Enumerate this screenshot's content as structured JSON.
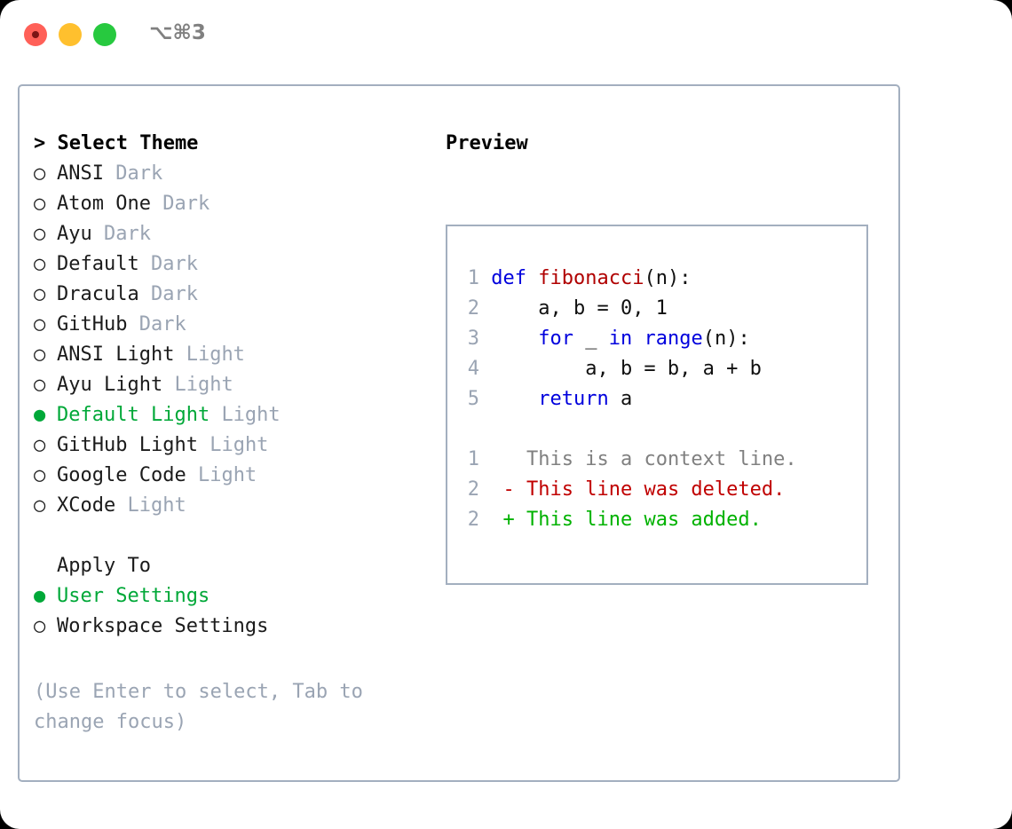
{
  "titlebar": {
    "shortcut": "⌥⌘3",
    "buttons": [
      "close",
      "minimize",
      "maximize"
    ]
  },
  "theme_picker": {
    "heading": "> Select Theme",
    "items": [
      {
        "marker": "○",
        "label": "ANSI",
        "tag": "Dark",
        "selected": false
      },
      {
        "marker": "○",
        "label": "Atom One",
        "tag": "Dark",
        "selected": false
      },
      {
        "marker": "○",
        "label": "Ayu",
        "tag": "Dark",
        "selected": false
      },
      {
        "marker": "○",
        "label": "Default",
        "tag": "Dark",
        "selected": false
      },
      {
        "marker": "○",
        "label": "Dracula",
        "tag": "Dark",
        "selected": false
      },
      {
        "marker": "○",
        "label": "GitHub",
        "tag": "Dark",
        "selected": false
      },
      {
        "marker": "○",
        "label": "ANSI Light",
        "tag": "Light",
        "selected": false
      },
      {
        "marker": "○",
        "label": "Ayu Light",
        "tag": "Light",
        "selected": false
      },
      {
        "marker": "●",
        "label": "Default Light",
        "tag": "Light",
        "selected": true
      },
      {
        "marker": "○",
        "label": "GitHub Light",
        "tag": "Light",
        "selected": false
      },
      {
        "marker": "○",
        "label": "Google Code",
        "tag": "Light",
        "selected": false
      },
      {
        "marker": "○",
        "label": "XCode",
        "tag": "Light",
        "selected": false
      }
    ]
  },
  "apply_to": {
    "heading": "Apply To",
    "options": [
      {
        "marker": "●",
        "label": "User Settings",
        "selected": true
      },
      {
        "marker": "○",
        "label": "Workspace Settings",
        "selected": false
      }
    ]
  },
  "hint": "(Use Enter to select, Tab to change focus)",
  "preview": {
    "title": "Preview",
    "code_lines": [
      {
        "number": "1",
        "tokens": [
          {
            "text": "def ",
            "kind": "keyword"
          },
          {
            "text": "fibonacci",
            "kind": "function"
          },
          {
            "text": "(n):",
            "kind": "plain"
          }
        ]
      },
      {
        "number": "2",
        "tokens": [
          {
            "text": "    a, b = 0, 1",
            "kind": "plain"
          }
        ]
      },
      {
        "number": "3",
        "tokens": [
          {
            "text": "    ",
            "kind": "plain"
          },
          {
            "text": "for",
            "kind": "keyword"
          },
          {
            "text": " _ ",
            "kind": "plain"
          },
          {
            "text": "in ",
            "kind": "keyword"
          },
          {
            "text": "range",
            "kind": "keyword"
          },
          {
            "text": "(n):",
            "kind": "plain"
          }
        ]
      },
      {
        "number": "4",
        "tokens": [
          {
            "text": "        a, b = b, a + b",
            "kind": "plain"
          }
        ]
      },
      {
        "number": "5",
        "tokens": [
          {
            "text": "    ",
            "kind": "plain"
          },
          {
            "text": "return",
            "kind": "keyword"
          },
          {
            "text": " a",
            "kind": "plain"
          }
        ]
      }
    ],
    "diff_lines": [
      {
        "number": "1",
        "marker": " ",
        "text": "This is a context line.",
        "kind": "context"
      },
      {
        "number": "2",
        "marker": "-",
        "text": "This line was deleted.",
        "kind": "deleted"
      },
      {
        "number": "2",
        "marker": "+",
        "text": "This line was added.",
        "kind": "added"
      }
    ]
  },
  "colors": {
    "accent_green": "#00a838",
    "diff_added": "#00b200",
    "diff_deleted": "#c00000",
    "keyword_blue": "#0000dd",
    "function_red": "#b00000",
    "muted": "#9aa4b3",
    "border": "#a3afbf"
  }
}
